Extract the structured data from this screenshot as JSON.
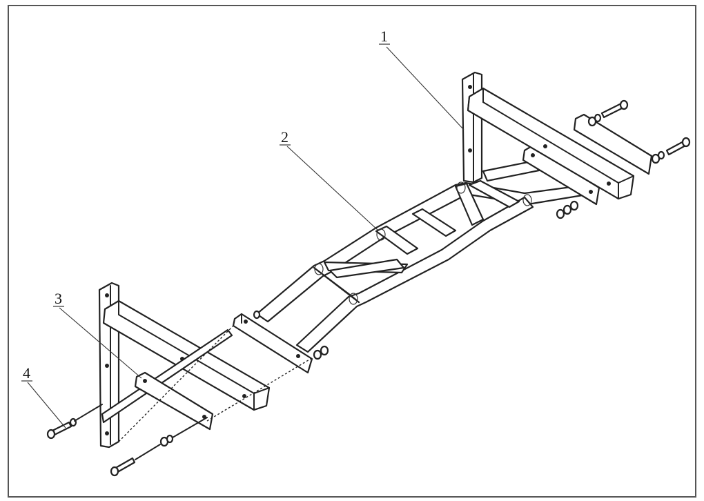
{
  "callouts": [
    {
      "id": "1",
      "label": "1"
    },
    {
      "id": "2",
      "label": "2"
    },
    {
      "id": "3",
      "label": "3"
    },
    {
      "id": "4",
      "label": "4"
    }
  ],
  "colors": {
    "line": "#222222",
    "frame": "#555555",
    "background": "#ffffff"
  }
}
